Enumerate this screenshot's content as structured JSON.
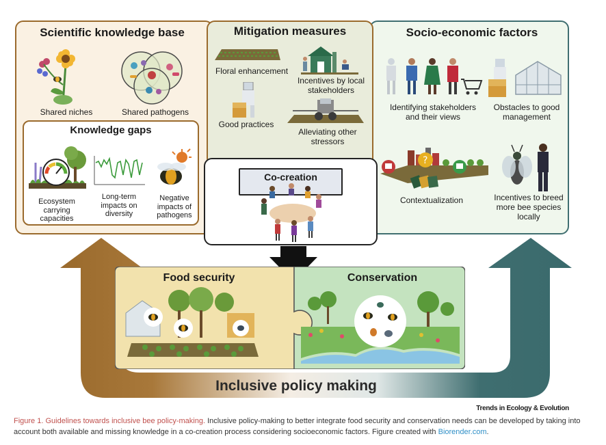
{
  "panels": {
    "scientific": {
      "title": "Scientific knowledge base",
      "shared_niches": "Shared niches",
      "shared_pathogens": "Shared pathogens"
    },
    "knowledge_gaps": {
      "title": "Knowledge gaps",
      "ecosystem": "Ecosystem carrying capacities",
      "longterm": "Long-term impacts on diversity",
      "pathogens": "Negative impacts of pathogens"
    },
    "mitigation": {
      "title": "Mitigation measures",
      "floral": "Floral enhancement",
      "incentives": "Incentives by local stakeholders",
      "practices": "Good practices",
      "stressors": "Alleviating other stressors"
    },
    "socio": {
      "title": "Socio-economic factors",
      "identifying": "Identifying stakeholders and their views",
      "obstacles": "Obstacles to good management",
      "contextualization": "Contextualization",
      "breed": "Incentives to breed more bee species locally"
    },
    "cocreation": {
      "title": "Co-creation"
    },
    "food": {
      "title": "Food security"
    },
    "conservation": {
      "title": "Conservation"
    }
  },
  "policy_label": "Inclusive policy making",
  "journal": "Trends in Ecology & Evolution",
  "caption": {
    "figure": "Figure 1. Guidelines towards inclusive bee policy-making.",
    "body": " Inclusive policy-making to better integrate food security and conservation needs can be developed by taking into account both available and missing knowledge in a co-creation process considering socioeconomic factors. Figure created with ",
    "link": "Biorender.com",
    "end": "."
  },
  "colors": {
    "brown": "#9a6a2c",
    "teal": "#3f6e70",
    "scientific_bg": "#faf1e3",
    "mitigation_bg": "#e9ecdb",
    "socio_bg": "#f0f7ed",
    "food_bg": "#f2e2ad",
    "conservation_bg": "#c4e3bf",
    "caption_red": "#c0504d",
    "link_blue": "#2f8fc7"
  }
}
